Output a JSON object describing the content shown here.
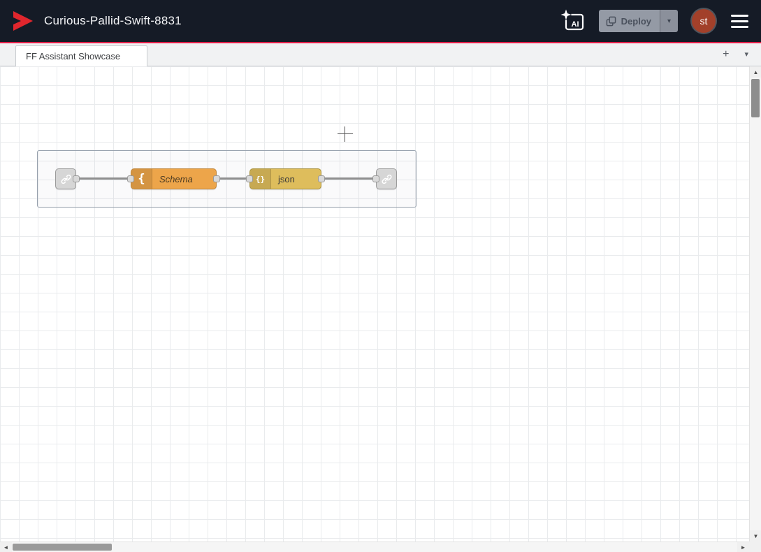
{
  "header": {
    "title": "Curious-Pallid-Swift-8831",
    "ai_button": {
      "label": "AI"
    },
    "deploy_button": {
      "label": "Deploy"
    },
    "avatar": {
      "initials": "st"
    }
  },
  "workspace": {
    "tabs": [
      {
        "label": "FF Assistant Showcase",
        "active": true
      }
    ]
  },
  "flow": {
    "nodes": [
      {
        "name": "link-in",
        "type": "link in"
      },
      {
        "name": "schema",
        "label": "Schema",
        "icon_glyph": "{"
      },
      {
        "name": "json",
        "label": "json",
        "icon_glyph": "{}"
      },
      {
        "name": "link-out",
        "type": "link out"
      }
    ]
  },
  "icons": {
    "add_tab_glyph": "+",
    "tab_list_glyph": "▾",
    "deploy_caret_glyph": "▾",
    "scroll_up_glyph": "▲",
    "scroll_down_glyph": "▼",
    "scroll_left_glyph": "◄",
    "scroll_right_glyph": "►"
  },
  "colors": {
    "header_bg": "#151b26",
    "accent_red": "#e11d48",
    "logo_red": "#e0262d",
    "schema_node": "#eda54a",
    "json_node": "#debd5c",
    "link_node": "#d6d6d6",
    "avatar_bg": "#a2402a",
    "group_border": "#97a1ad",
    "wire": "#8f8f8f"
  }
}
